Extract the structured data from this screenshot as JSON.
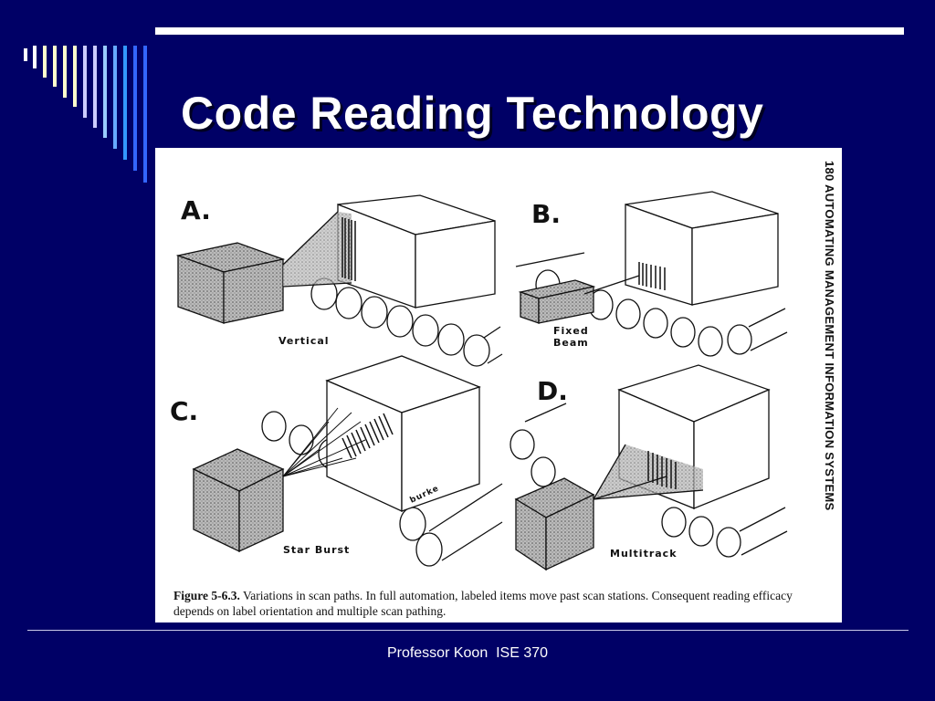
{
  "slide": {
    "title": "Code Reading Technology",
    "footer": "Professor Koon  ISE 370"
  },
  "figure": {
    "side_caption": "180    AUTOMATING MANAGEMENT INFORMATION SYSTEMS",
    "caption_label": "Figure 5-6.3.",
    "caption_text": "Variations in scan paths. In full automation, labeled items move past scan stations. Consequent reading efficacy depends on label orientation and multiple scan pathing.",
    "panels": [
      {
        "letter": "A.",
        "label": "Vertical"
      },
      {
        "letter": "B.",
        "label": "Fixed Beam"
      },
      {
        "letter": "C.",
        "label": "Star Burst"
      },
      {
        "letter": "D.",
        "label": "Multitrack"
      }
    ],
    "signature": "burke"
  },
  "colors": {
    "background": "#000066",
    "title": "#ffffff",
    "stripe_light": "#ffffcc",
    "stripe_blue": "#3366ff"
  }
}
